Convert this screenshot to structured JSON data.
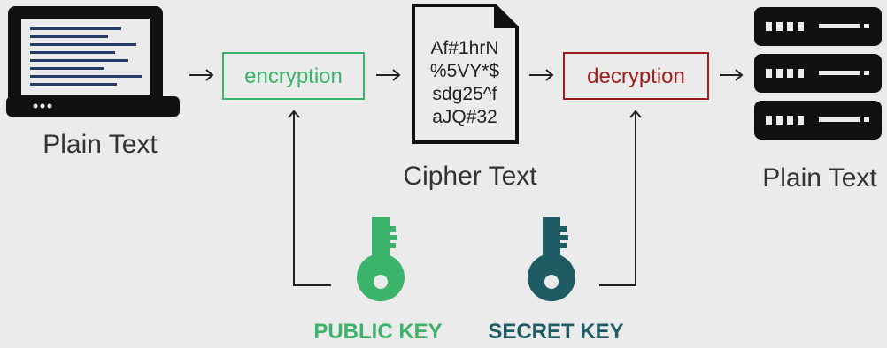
{
  "diagram": {
    "source_label": "Plain Text",
    "encryption_label": "encryption",
    "cipher_label": "Cipher Text",
    "cipher_lines": [
      "Af#1hrN",
      "%5VY*$",
      "sdg25^f",
      "aJQ#32"
    ],
    "decryption_label": "decryption",
    "target_label": "Plain Text",
    "public_key_label": "PUBLIC KEY",
    "secret_key_label": "SECRET KEY"
  },
  "colors": {
    "background": "#ebebeb",
    "ink": "#111111",
    "text": "#333333",
    "public_key": "#3bb36a",
    "secret_key": "#1f5b63",
    "decryption": "#a11d1d"
  },
  "icons": {
    "laptop": "laptop-icon",
    "document": "document-icon",
    "server": "server-icon",
    "public_key": "key-icon",
    "secret_key": "key-icon"
  }
}
